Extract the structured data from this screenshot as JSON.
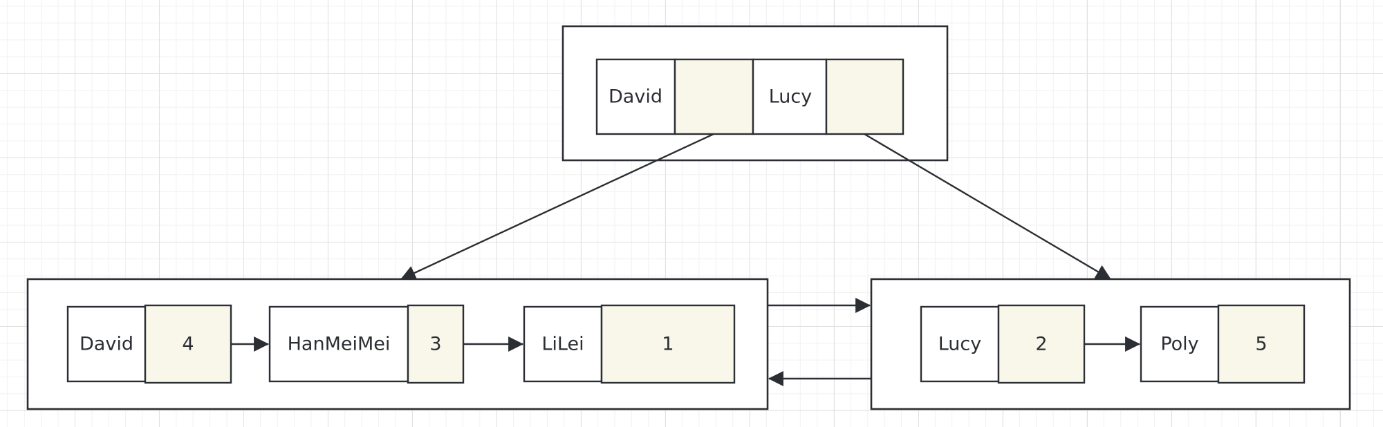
{
  "root": {
    "entries": [
      {
        "key": "David",
        "value": ""
      },
      {
        "key": "Lucy",
        "value": ""
      }
    ]
  },
  "left_leaf": {
    "entries": [
      {
        "key": "David",
        "value": "4"
      },
      {
        "key": "HanMeiMei",
        "value": "3"
      },
      {
        "key": "LiLei",
        "value": "1"
      }
    ]
  },
  "right_leaf": {
    "entries": [
      {
        "key": "Lucy",
        "value": "2"
      },
      {
        "key": "Poly",
        "value": "5"
      }
    ]
  },
  "colors": {
    "stroke": "#2b2e33",
    "value_fill": "#f9f7ea",
    "grid_major": "#e2e2e2",
    "grid_minor": "#f1f1f1"
  }
}
